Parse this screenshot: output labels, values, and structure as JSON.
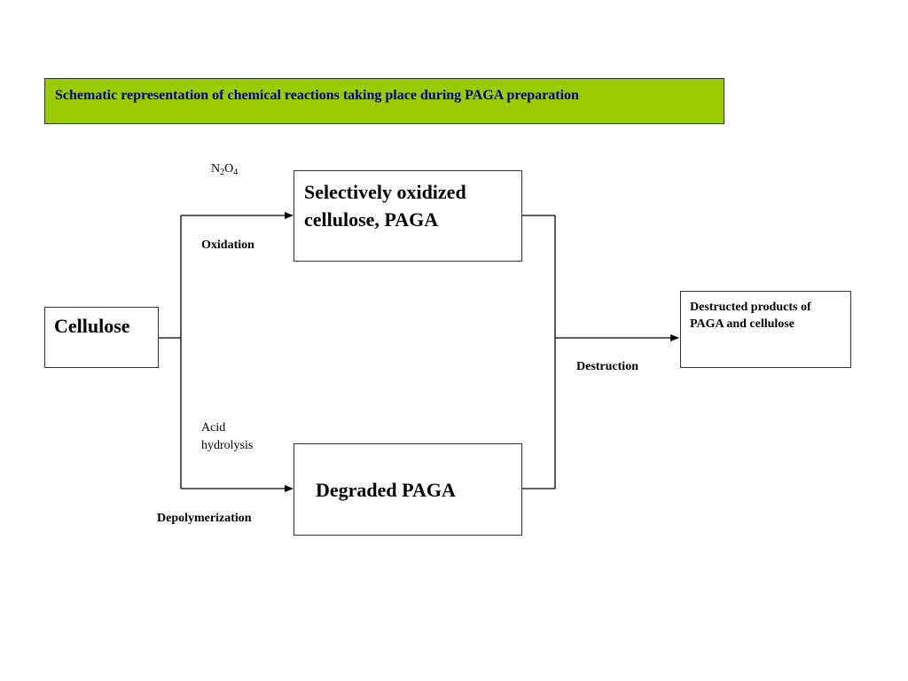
{
  "title": {
    "text": "Schematic representation of chemical reactions taking place during PAGA preparation",
    "background": "#99cc00",
    "text_color": "#000099"
  },
  "nodes": {
    "cellulose": "Cellulose",
    "oxidized_line1": "Selectively oxidized",
    "oxidized_line2": "cellulose, PAGA",
    "degraded": "Degraded PAGA",
    "destructed_line1": "Destructed products of",
    "destructed_line2": "PAGA and cellulose"
  },
  "labels": {
    "reagent": {
      "n": "N",
      "sub1": "2",
      "o": "O",
      "sub2": "4"
    },
    "oxidation": "Oxidation",
    "acid_line1": "Acid",
    "acid_line2": "hydrolysis",
    "depolymerization": "Depolymerization",
    "destruction": "Destruction"
  }
}
